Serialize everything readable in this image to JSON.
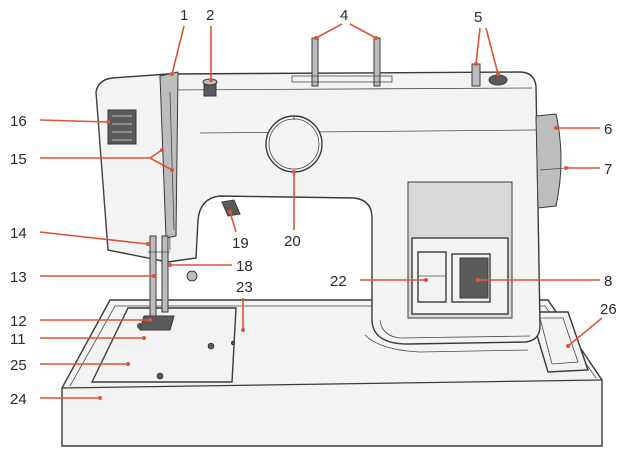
{
  "accent_color": "#e0523a",
  "callouts": [
    {
      "id": "1",
      "text": "1"
    },
    {
      "id": "2",
      "text": "2"
    },
    {
      "id": "4",
      "text": "4"
    },
    {
      "id": "5",
      "text": "5"
    },
    {
      "id": "6",
      "text": "6"
    },
    {
      "id": "7",
      "text": "7"
    },
    {
      "id": "8",
      "text": "8"
    },
    {
      "id": "11",
      "text": "11"
    },
    {
      "id": "12",
      "text": "12"
    },
    {
      "id": "13",
      "text": "13"
    },
    {
      "id": "14",
      "text": "14"
    },
    {
      "id": "15",
      "text": "15"
    },
    {
      "id": "16",
      "text": "16"
    },
    {
      "id": "18",
      "text": "18"
    },
    {
      "id": "19",
      "text": "19"
    },
    {
      "id": "20",
      "text": "20"
    },
    {
      "id": "22",
      "text": "22"
    },
    {
      "id": "23",
      "text": "23"
    },
    {
      "id": "24",
      "text": "24"
    },
    {
      "id": "25",
      "text": "25"
    },
    {
      "id": "26",
      "text": "26"
    }
  ]
}
